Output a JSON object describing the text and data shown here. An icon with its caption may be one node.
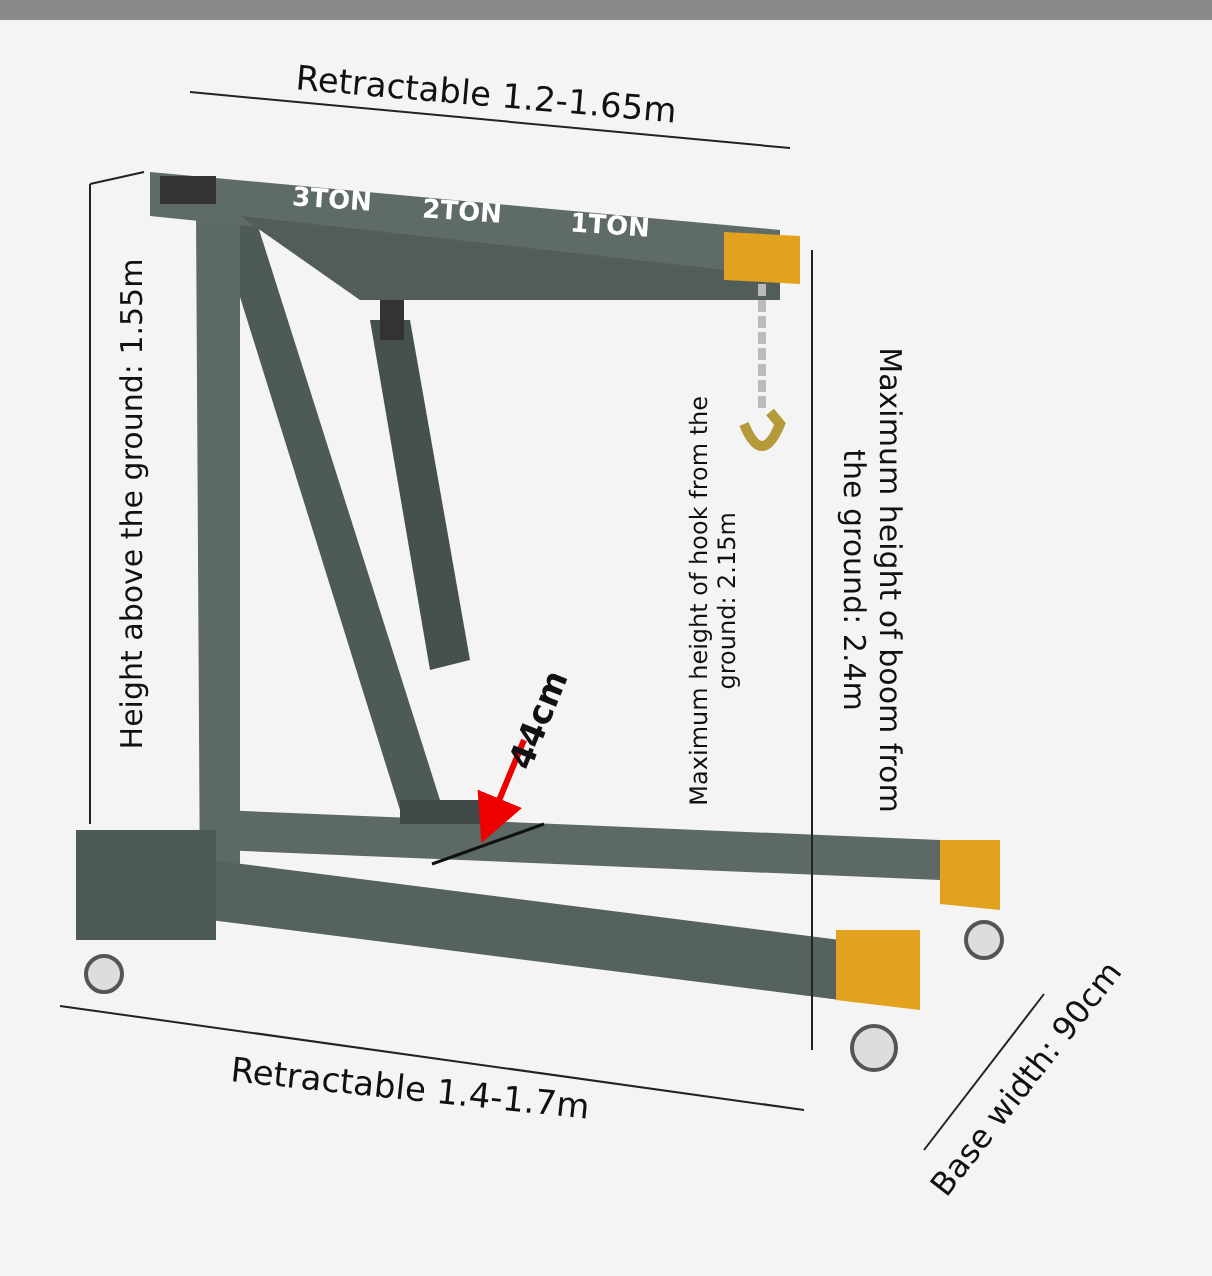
{
  "diagram": {
    "labels": [
      "Retractable 1.2-1.65m",
      "3TON",
      "2TON",
      "1TON",
      "Height above the ground: 1.55m",
      "Maximum height of boom from the ground: 2.4m",
      "Maximum height of hook from the ground: 2.15m",
      "44cm",
      "Retractable 1.4-1.7m",
      "Base width: 90cm"
    ]
  }
}
